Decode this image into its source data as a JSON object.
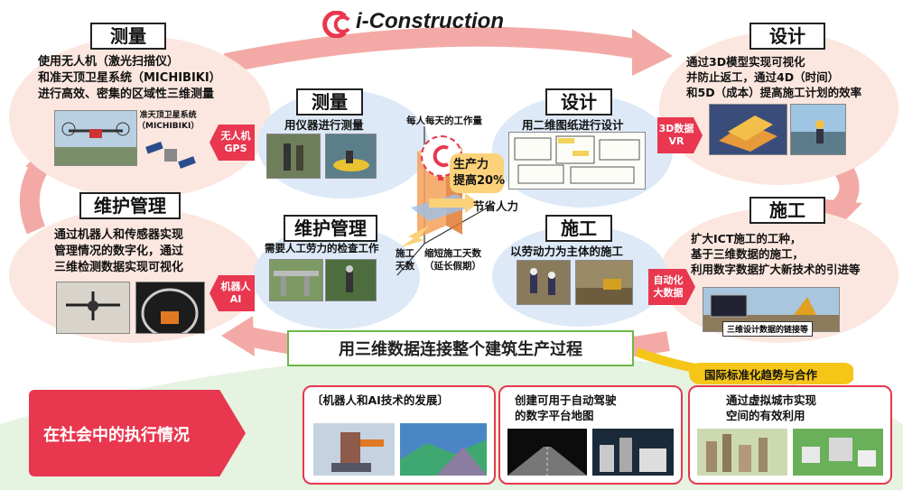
{
  "header": {
    "logo_text": "i-Construction"
  },
  "cycle": {
    "survey": {
      "label": "测量",
      "desc": [
        "使用无人机（激光扫描仪）",
        "和准天顶卫星系统（MICHIBIKI）",
        "进行高效、密集的区域性三维测量"
      ],
      "satellite_caption": [
        "准天顶卫星系统",
        "（MICHIBIKI）"
      ],
      "tag": [
        "无人机",
        "GPS"
      ]
    },
    "design": {
      "label": "设计",
      "desc": [
        "通过3D模型实现可视化",
        "并防止返工，通过4D（时间）",
        "和5D（成本）提高施工计划的效率"
      ],
      "tag": [
        "3D数据",
        "VR"
      ]
    },
    "construction": {
      "label": "施工",
      "desc": [
        "扩大ICT施工的工种，",
        "基于三维数据的施工，",
        "利用数字数据扩大新技术的引进等"
      ],
      "tag": [
        "自动化",
        "大数据"
      ],
      "caption": "三维设计数据的链接等"
    },
    "maintenance": {
      "label": "维护管理",
      "desc": [
        "通过机器人和传感器实现",
        "管理情况的数字化，通过",
        "三维检测数据实现可视化"
      ],
      "tag": [
        "机器人",
        "AI"
      ]
    }
  },
  "current": {
    "survey": {
      "label": "测量",
      "desc": "用仪器进行测量"
    },
    "design": {
      "label": "设计",
      "desc": "用二维图纸进行设计"
    },
    "construction": {
      "label": "施工",
      "desc": "以劳动力为主体的施工"
    },
    "maintenance": {
      "label": "维护管理",
      "desc": "需要人工劳力的检查工作"
    }
  },
  "center_chart": {
    "top_axis": "每人每天的工作量",
    "productivity": [
      "生产力",
      "提高20%"
    ],
    "labor": "节省人力",
    "days_axis": [
      "施工",
      "天数"
    ],
    "shorten": [
      "缩短施工天数",
      "（延长假期）"
    ]
  },
  "connect_bar": "用三维数据连接整个建筑生产过程",
  "intl_label": "国际标准化趋势与合作",
  "society": {
    "label": "在社会中的执行情况",
    "cards": [
      {
        "title": "〔机器人和AI技术的发展〕"
      },
      {
        "title": [
          "创建可用于自动驾驶",
          "的数字平台地图"
        ]
      },
      {
        "title": [
          "通过虚拟城市实现",
          "空间的有效利用"
        ]
      }
    ]
  },
  "colors": {
    "accent": "#e8374f",
    "outer_fill": "#fbe7df",
    "inner_fill": "#dde9f7",
    "connect_border": "#6cb84a",
    "gold": "#f5c518"
  }
}
